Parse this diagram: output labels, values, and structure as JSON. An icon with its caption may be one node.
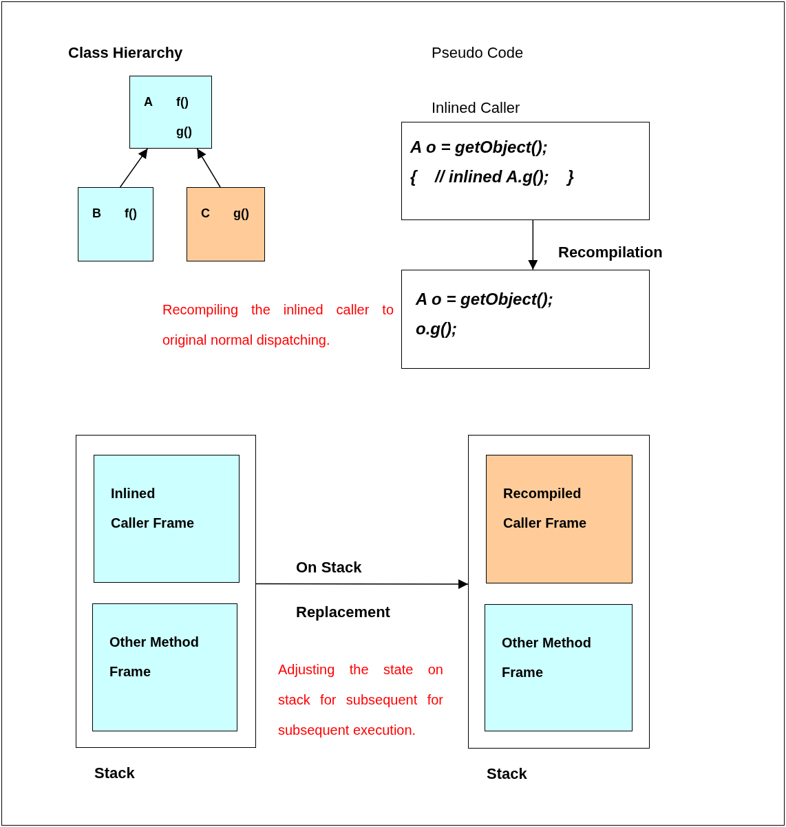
{
  "diagram": {
    "nodes": [
      {
        "text": [
          "A",
          "f()",
          "g()"
        ]
      },
      {
        "text": [
          "B",
          "f()"
        ]
      },
      {
        "text": [
          "C",
          "g()"
        ]
      },
      {
        "text": [
          "Inlined Caller",
          "A o = getObject();",
          "{    // inlined A.g();    }"
        ]
      },
      {
        "text": [
          "A o = getObject();",
          "o.g();"
        ]
      },
      {
        "text": [
          "Stack"
        ]
      },
      {
        "text": [
          "Inlined Caller Frame"
        ],
        "in": 5
      },
      {
        "text": [
          "Other Method Frame"
        ],
        "in": 5
      },
      {
        "text": [
          "Stack"
        ]
      },
      {
        "text": [
          "Recompiled Caller Frame"
        ],
        "in": 8
      },
      {
        "text": [
          "Other Method Frame"
        ],
        "in": 8
      }
    ],
    "edges": [
      {
        "from": 1,
        "to": 0,
        "arrow": "to"
      },
      {
        "from": 2,
        "to": 0,
        "arrow": "to"
      },
      {
        "from": 3,
        "to": 4,
        "arrow": "to",
        "label": "Recompilation"
      },
      {
        "from": 5,
        "to": 8,
        "arrow": "to",
        "label": "On Stack Replacement"
      }
    ],
    "labels": [
      "Class Hierarchy",
      "Pseudo Code",
      "Recompiling the inlined caller to original normal dispatching.",
      "Adjusting the state on stack for subsequent for subsequent execution."
    ]
  }
}
